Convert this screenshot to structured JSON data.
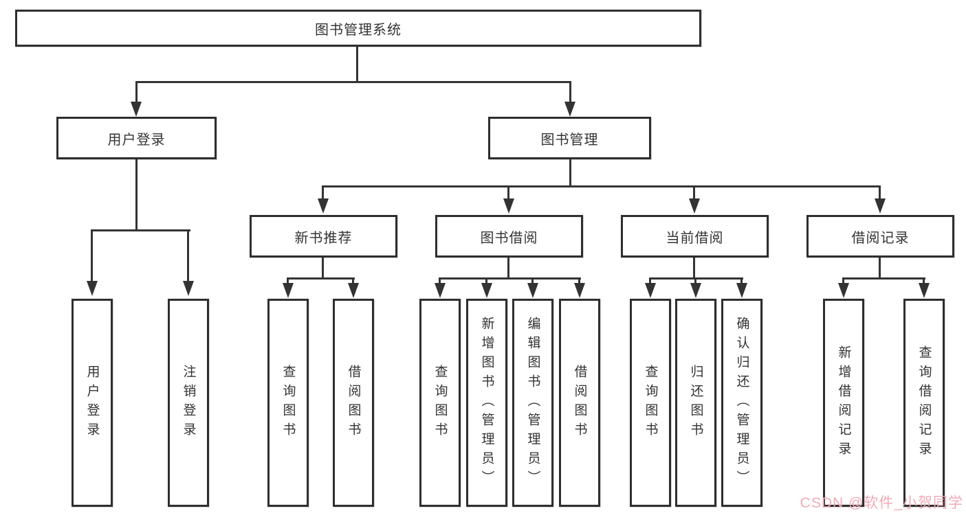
{
  "tree": {
    "root": {
      "label": "图书管理系统",
      "children": [
        {
          "label": "用户登录",
          "children": [
            {
              "label": "用户登录"
            },
            {
              "label": "注销登录"
            }
          ]
        },
        {
          "label": "图书管理",
          "children": [
            {
              "label": "新书推荐",
              "children": [
                {
                  "label": "查询图书"
                },
                {
                  "label": "借阅图书"
                }
              ]
            },
            {
              "label": "图书借阅",
              "children": [
                {
                  "label": "查询图书"
                },
                {
                  "label": "新增图书（管理员）"
                },
                {
                  "label": "编辑图书（管理员）"
                },
                {
                  "label": "借阅图书"
                }
              ]
            },
            {
              "label": "当前借阅",
              "children": [
                {
                  "label": "查询图书"
                },
                {
                  "label": "归还图书"
                },
                {
                  "label": "确认归还（管理员）"
                }
              ]
            },
            {
              "label": "借阅记录",
              "children": [
                {
                  "label": "新增借阅记录"
                },
                {
                  "label": "查询借阅记录"
                }
              ]
            }
          ]
        }
      ]
    }
  },
  "watermark": {
    "text": "CSDN @软件_小贺同学"
  },
  "colors": {
    "background": "#ffffff",
    "line": "#333333",
    "box_border": "#2e2e2e",
    "text": "#333333",
    "watermark": "#f3aab6"
  }
}
